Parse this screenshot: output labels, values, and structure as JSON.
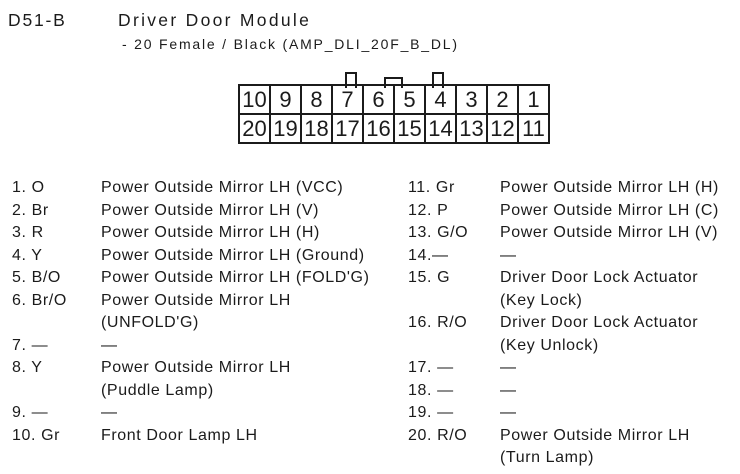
{
  "header": {
    "connector_id": "D51-B",
    "title": "Driver Door Module",
    "subtitle": "- 20 Female / Black (AMP_DLI_20F_B_DL)"
  },
  "connector": {
    "top_row": [
      "10",
      "9",
      "8",
      "7",
      "6",
      "5",
      "4",
      "3",
      "2",
      "1"
    ],
    "bottom_row": [
      "20",
      "19",
      "18",
      "17",
      "16",
      "15",
      "14",
      "13",
      "12",
      "11"
    ]
  },
  "pins_left": [
    {
      "num": "1",
      "color": "O",
      "lines": [
        "Power Outside Mirror LH (VCC)"
      ]
    },
    {
      "num": "2",
      "color": "Br",
      "lines": [
        "Power Outside Mirror LH (V)"
      ]
    },
    {
      "num": "3",
      "color": "R",
      "lines": [
        "Power Outside Mirror LH (H)"
      ]
    },
    {
      "num": "4",
      "color": "Y",
      "lines": [
        "Power Outside Mirror LH (Ground)"
      ]
    },
    {
      "num": "5",
      "color": "B/O",
      "lines": [
        "Power Outside Mirror LH (FOLD'G)"
      ]
    },
    {
      "num": "6",
      "color": "Br/O",
      "lines": [
        "Power Outside Mirror LH",
        "(UNFOLD'G)"
      ]
    },
    {
      "num": "7",
      "color": "—",
      "lines": [
        "—"
      ]
    },
    {
      "num": "8",
      "color": "Y",
      "lines": [
        "Power Outside Mirror LH",
        "(Puddle Lamp)"
      ]
    },
    {
      "num": "9",
      "color": "—",
      "lines": [
        "—"
      ]
    },
    {
      "num": "10",
      "color": "Gr",
      "lines": [
        "Front Door Lamp LH"
      ]
    }
  ],
  "pins_right": [
    {
      "num": "11",
      "color": "Gr",
      "lines": [
        "Power Outside Mirror LH (H)"
      ]
    },
    {
      "num": "12",
      "color": "P",
      "lines": [
        "Power Outside Mirror LH (C)"
      ]
    },
    {
      "num": "13",
      "color": "G/O",
      "lines": [
        "Power Outside Mirror LH (V)"
      ]
    },
    {
      "num": "14",
      "color": "—",
      "sep": ".",
      "lines": [
        "—"
      ]
    },
    {
      "num": "15",
      "color": "G",
      "lines": [
        "Driver Door Lock Actuator",
        "(Key Lock)"
      ]
    },
    {
      "num": "16",
      "color": "R/O",
      "lines": [
        "Driver Door Lock Actuator",
        "(Key Unlock)"
      ]
    },
    {
      "num": "17",
      "color": "—",
      "lines": [
        "—"
      ]
    },
    {
      "num": "18",
      "color": "—",
      "lines": [
        "—"
      ]
    },
    {
      "num": "19",
      "color": "—",
      "lines": [
        "—"
      ]
    },
    {
      "num": "20",
      "color": "R/O",
      "lines": [
        "Power Outside Mirror LH",
        "(Turn Lamp)"
      ]
    }
  ],
  "colors": {
    "text": "#1b1b1b",
    "background": "#ffffff",
    "line": "#1b1b1b"
  }
}
